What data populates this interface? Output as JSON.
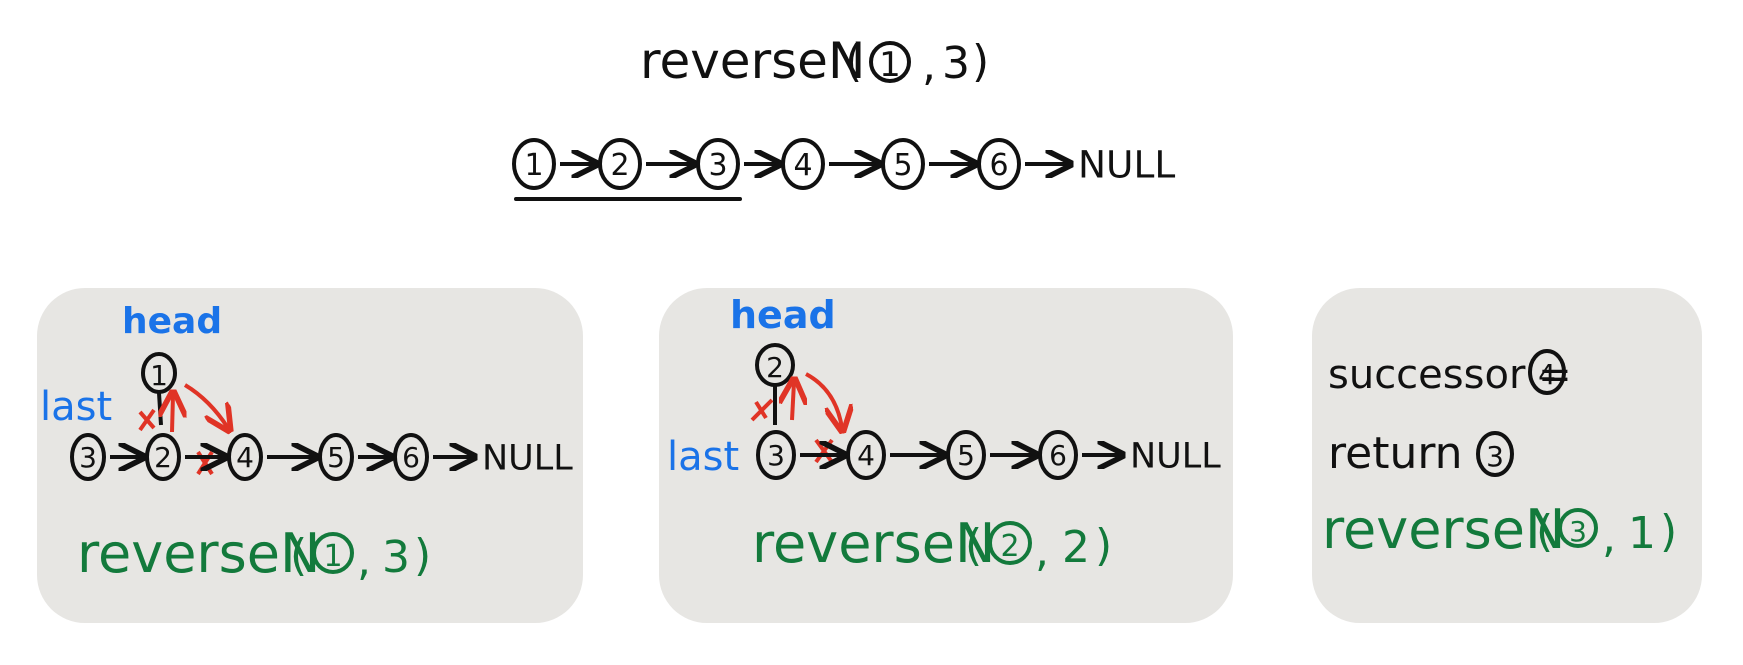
{
  "title": {
    "func": "reverseN",
    "open": "(",
    "head_node": "1",
    "sep": ",",
    "n": "3",
    "close": ")"
  },
  "top_list": {
    "nodes": [
      "1",
      "2",
      "3",
      "4",
      "5",
      "6"
    ],
    "terminal": "NULL"
  },
  "panels": [
    {
      "head_label": "head",
      "last_label": "last",
      "head_node": "1",
      "row_nodes": [
        "3",
        "2",
        "4",
        "5",
        "6"
      ],
      "terminal": "NULL",
      "call": {
        "func": "reverseN",
        "open": "(",
        "node": "1",
        "sep": ",",
        "n": "3",
        "close": ")"
      }
    },
    {
      "head_label": "head",
      "last_label": "last",
      "head_node": "2",
      "row_nodes": [
        "3",
        "4",
        "5",
        "6"
      ],
      "terminal": "NULL",
      "call": {
        "func": "reverseN",
        "open": "(",
        "node": "2",
        "sep": ",",
        "n": "2",
        "close": ")"
      }
    },
    {
      "line1_text": "successor =",
      "line1_node": "4",
      "line2_text": "return",
      "line2_node": "3",
      "call": {
        "func": "reverseN",
        "open": "(",
        "node": "3",
        "sep": ",",
        "n": "1",
        "close": ")"
      }
    }
  ],
  "colors": {
    "ink": "#111111",
    "blue": "#1a73e8",
    "green": "#137a3c",
    "red": "#e03426",
    "panel": "#e7e6e3"
  }
}
